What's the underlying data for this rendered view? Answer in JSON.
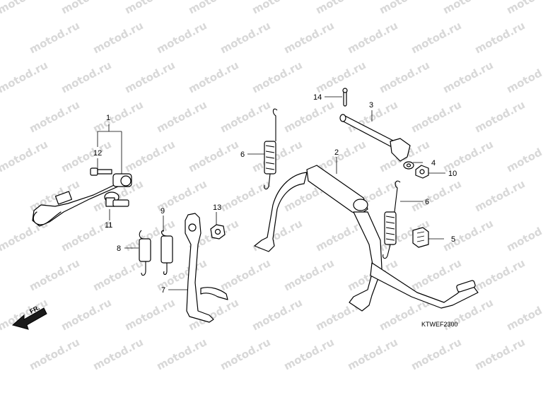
{
  "watermark": {
    "text": "motod.ru"
  },
  "diagram": {
    "code": "KTWEF2300",
    "front_marker": "FR."
  },
  "callouts": [
    {
      "id": "c1",
      "label": "1"
    },
    {
      "id": "c2",
      "label": "2"
    },
    {
      "id": "c3",
      "label": "3"
    },
    {
      "id": "c4",
      "label": "4"
    },
    {
      "id": "c5",
      "label": "5"
    },
    {
      "id": "c6a",
      "label": "6"
    },
    {
      "id": "c6b",
      "label": "6"
    },
    {
      "id": "c7",
      "label": "7"
    },
    {
      "id": "c8",
      "label": "8"
    },
    {
      "id": "c9",
      "label": "9"
    },
    {
      "id": "c10",
      "label": "10"
    },
    {
      "id": "c11",
      "label": "11"
    },
    {
      "id": "c12",
      "label": "12"
    },
    {
      "id": "c13",
      "label": "13"
    },
    {
      "id": "c14",
      "label": "14"
    }
  ]
}
